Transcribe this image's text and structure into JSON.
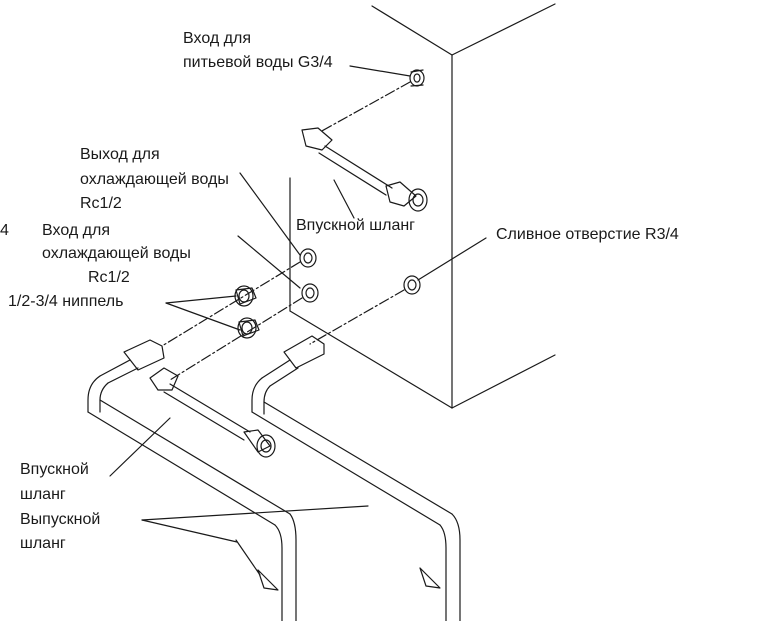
{
  "labels": {
    "drinking_water_inlet": [
      "Вход для",
      "питьевой воды G3/4"
    ],
    "cooling_water_outlet": [
      "Выход для",
      "охлаждающей воды",
      "Rc1/2"
    ],
    "cooling_water_inlet": [
      "Вход для",
      "охлаждающей воды",
      "Rc1/2"
    ],
    "nipple": "1/2-3/4 ниппель",
    "inlet_hose_top": "Впускной шланг",
    "drain_hole": "Сливное отверстие R3/4",
    "inlet_hose_bottom": [
      "Впускной",
      "шланг"
    ],
    "outlet_hose": [
      "Выпускной",
      "шланг"
    ],
    "edge_fragment": "4"
  },
  "colors": {
    "line": "#1a1a1a",
    "background": "#ffffff"
  }
}
